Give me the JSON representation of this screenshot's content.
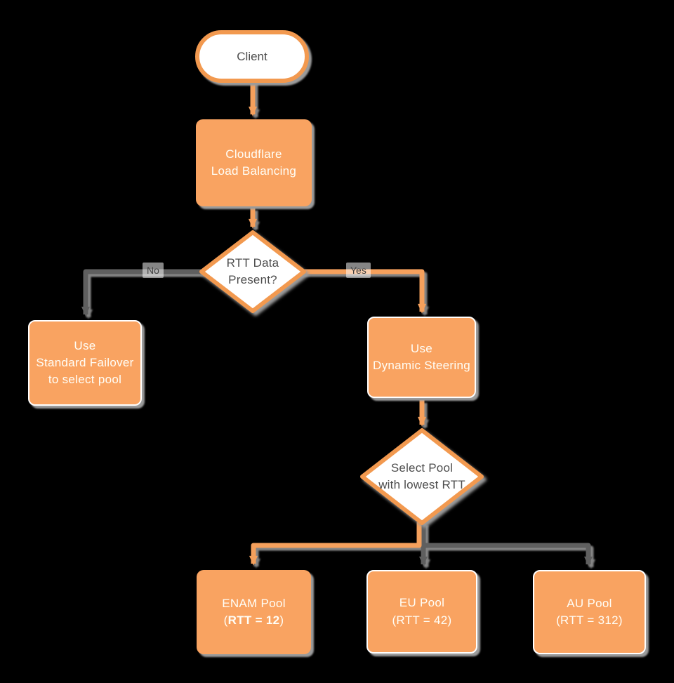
{
  "diagram": {
    "title_hint": "Cloudflare Load Balancing dynamic steering flowchart",
    "background": "#000000"
  },
  "colors": {
    "orange_fill": "#F9A361",
    "orange_stroke": "#F2994F",
    "orange_line": "#F5A05C",
    "gray_line": "#5F5F5F",
    "shadow": "#9B9B9B",
    "dark_text": "#4D4D4D",
    "white_text": "#FFFEF7"
  },
  "nodes": {
    "client": {
      "label": "Client"
    },
    "load_balancer": {
      "line1": "Cloudflare",
      "line2": "Load Balancing"
    },
    "rtt_decision": {
      "line1": "RTT Data",
      "line2": "Present?"
    },
    "standard_failover": {
      "line1": "Use",
      "line2": "Standard Failover",
      "line3": "to select pool"
    },
    "dynamic_steering": {
      "line1": "Use",
      "line2": "Dynamic Steering"
    },
    "select_pool": {
      "line1": "Select Pool",
      "line2": "with lowest RTT"
    },
    "enam_pool": {
      "line1": "ENAM Pool",
      "paren_open": "(",
      "rtt_bold": "RTT = 12",
      "paren_close": ")"
    },
    "eu_pool": {
      "line1": "EU Pool",
      "line2": "(RTT = 42)"
    },
    "au_pool": {
      "line1": "AU Pool",
      "line2": "(RTT = 312)"
    }
  },
  "edge_labels": {
    "no": "No",
    "yes": "Yes"
  }
}
